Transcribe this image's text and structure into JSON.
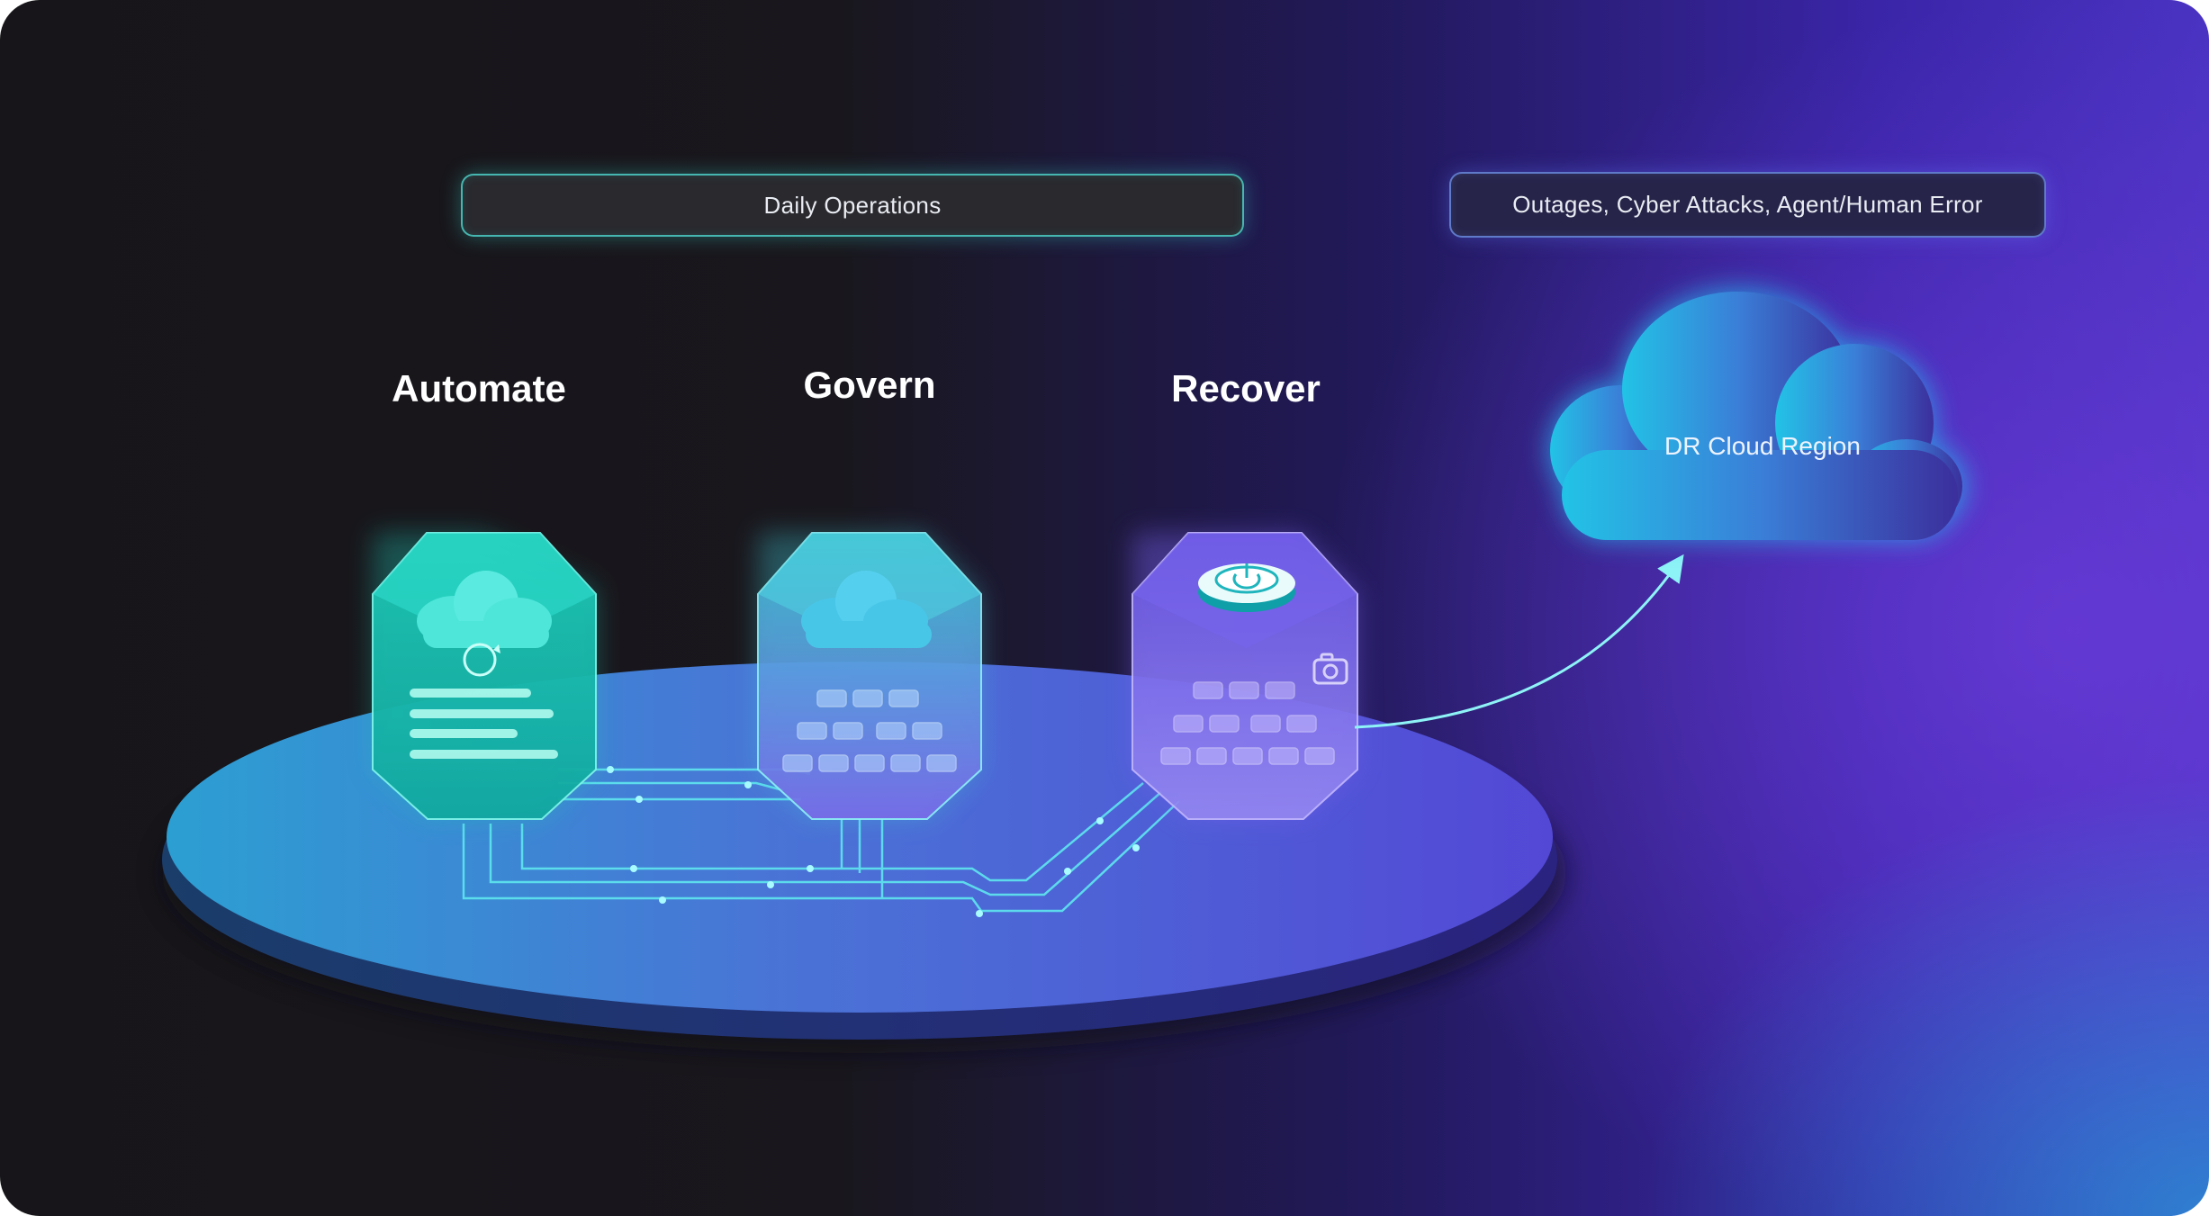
{
  "header": {
    "daily_operations": "Daily Operations",
    "threats": "Outages, Cyber Attacks, Agent/Human Error"
  },
  "stages": [
    {
      "label": "Automate",
      "icon": "cloud-sync-icon"
    },
    {
      "label": "Govern",
      "icon": "cloud-blocks-icon"
    },
    {
      "label": "Recover",
      "icon": "power-snapshot-icon"
    }
  ],
  "destination": {
    "label": "DR Cloud Region",
    "icon": "cloud-icon"
  },
  "colors": {
    "teal": "#2fd6c8",
    "violet": "#6b5cf0",
    "background_dark": "#171519",
    "background_purple": "#3a25a8"
  }
}
